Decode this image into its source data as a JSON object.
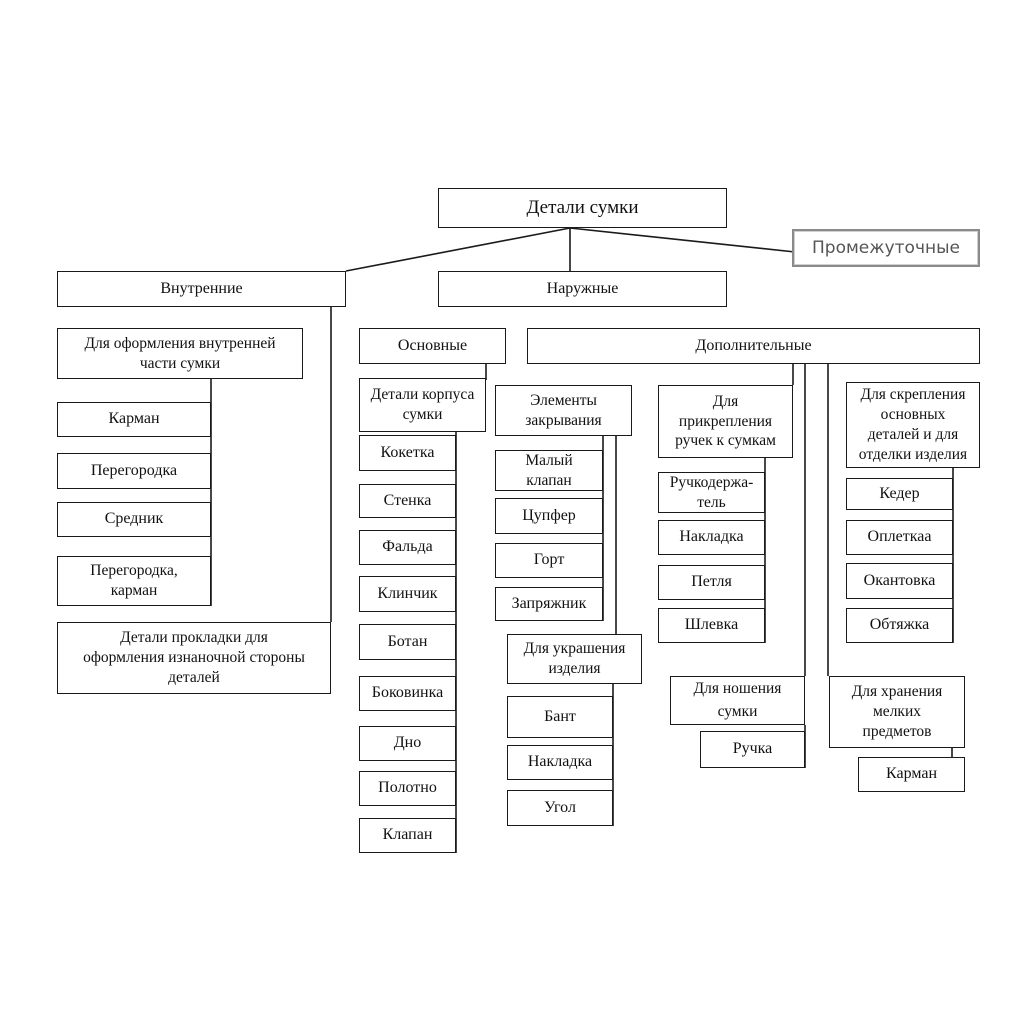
{
  "diagram": {
    "root": "Детали сумки",
    "intermediate": "Промежуточные",
    "internal": {
      "label": "Внутренние",
      "inner_design": {
        "label": "Для оформления внутренней\nчасти сумки",
        "items": [
          "Карман",
          "Перегородка",
          "Средник",
          "Перегородка,\nкарман"
        ]
      },
      "lining": "Детали прокладки для\nоформления изнаночной стороны\nдеталей"
    },
    "external": {
      "label": "Наружные",
      "main": {
        "label": "Основные",
        "body_parts": {
          "label": "Детали корпуса\nсумки",
          "items": [
            "Кокетка",
            "Стенка",
            "Фальда",
            "Клинчик",
            "Ботан",
            "Боковинка",
            "Дно",
            "Полотно",
            "Клапан"
          ]
        }
      },
      "additional": {
        "label": "Дополнительные",
        "closing": {
          "label": "Элементы\nзакрывания",
          "items": [
            "Малый\nклапан",
            "Цупфер",
            "Горт",
            "Запряжник"
          ]
        },
        "decoration": {
          "label": "Для украшения\nизделия",
          "items": [
            "Бант",
            "Накладка",
            "Угол"
          ]
        },
        "handle_attach": {
          "label": "Для\nприкрепления\nручек к сумкам",
          "items": [
            "Ручкодержа-\nтель",
            "Накладка",
            "Петля",
            "Шлевка"
          ]
        },
        "carrying": {
          "label": "Для ношения\nсумки",
          "items": [
            "Ручка"
          ]
        },
        "fastening": {
          "label": "Для скрепления\nосновных\nдеталей и для\nотделки изделия",
          "items": [
            "Кедер",
            "Оплеткаа",
            "Окантовка",
            "Обтяжка"
          ]
        },
        "storage": {
          "label": "Для хранения\nмелких\nпредметов",
          "items": [
            "Карман"
          ]
        }
      }
    }
  }
}
